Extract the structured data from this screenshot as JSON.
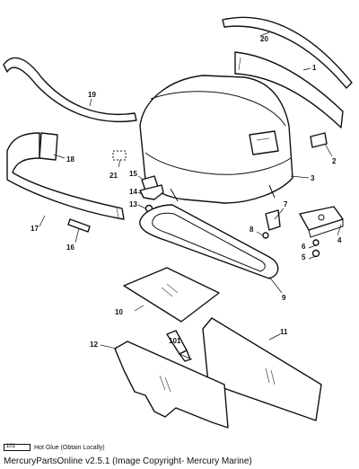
{
  "diagram": {
    "callouts": [
      "1",
      "2",
      "3",
      "4",
      "5",
      "6",
      "7",
      "8",
      "9",
      "10",
      "11",
      "12",
      "13",
      "14",
      "15",
      "16",
      "17",
      "18",
      "19",
      "20",
      "21"
    ],
    "tube_label": "101"
  },
  "legend": {
    "icon_label": "101",
    "text": "Hot Glue (Obtain Locally)"
  },
  "footer": {
    "text": "MercuryPartsOnline v2.5.1 (Image Copyright- Mercury Marine)"
  }
}
